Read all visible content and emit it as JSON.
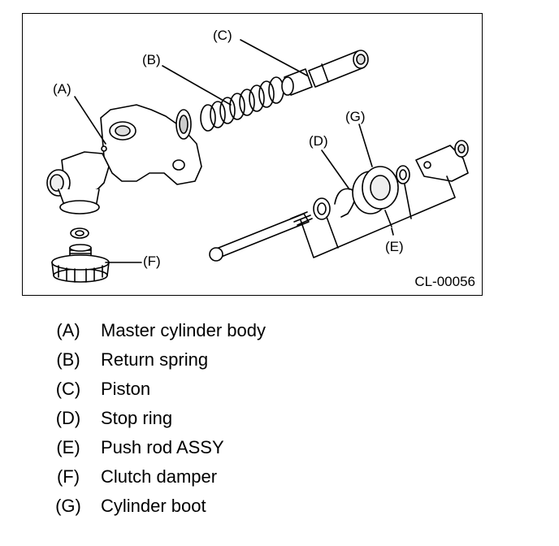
{
  "figure": {
    "code": "CL-00056",
    "callouts": {
      "a": "(A)",
      "b": "(B)",
      "c": "(C)",
      "d": "(D)",
      "e": "(E)",
      "f": "(F)",
      "g": "(G)"
    }
  },
  "legend": [
    {
      "letter": "(A)",
      "text": "Master cylinder body"
    },
    {
      "letter": "(B)",
      "text": "Return spring"
    },
    {
      "letter": "(C)",
      "text": "Piston"
    },
    {
      "letter": "(D)",
      "text": "Stop ring"
    },
    {
      "letter": "(E)",
      "text": "Push rod ASSY"
    },
    {
      "letter": "(F)",
      "text": "Clutch damper"
    },
    {
      "letter": "(G)",
      "text": "Cylinder boot"
    }
  ]
}
